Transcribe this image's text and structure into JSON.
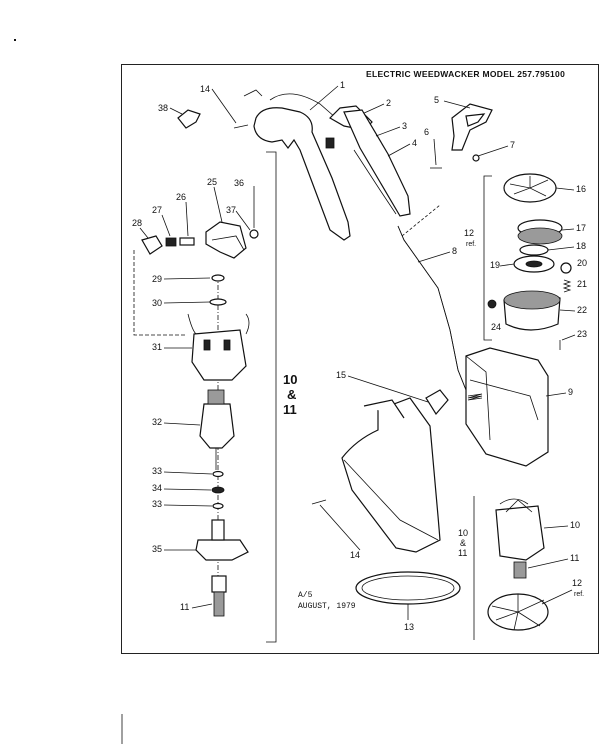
{
  "title": "ELECTRIC WEEDWACKER MODEL 257.795100",
  "footer": {
    "line1": "A/5",
    "line2": "AUGUST, 1979"
  },
  "group_label": {
    "num1": "10",
    "amp": "&",
    "num2": "11"
  },
  "labels": {
    "p1": "1",
    "p2": "2",
    "p3": "3",
    "p4": "4",
    "p5": "5",
    "p6": "6",
    "p7": "7",
    "p8": "8",
    "p9": "9",
    "p10": "10",
    "p10b": "10",
    "p10amp": "&",
    "p11b": "11",
    "p11": "11",
    "p11c": "11",
    "p12": "12",
    "p12ref": "ref.",
    "p12b": "12",
    "p12bref": "ref.",
    "p13": "13",
    "p14": "14",
    "p14b": "14",
    "p15": "15",
    "p16": "16",
    "p17": "17",
    "p18": "18",
    "p19": "19",
    "p20": "20",
    "p21": "21",
    "p22": "22",
    "p23": "23",
    "p24": "24",
    "p25": "25",
    "p26": "26",
    "p27": "27",
    "p28": "28",
    "p29": "29",
    "p30": "30",
    "p31": "31",
    "p32": "32",
    "p33": "33",
    "p34": "34",
    "p33b": "33",
    "p35": "35",
    "p36": "36",
    "p37": "37",
    "p38": "38"
  }
}
